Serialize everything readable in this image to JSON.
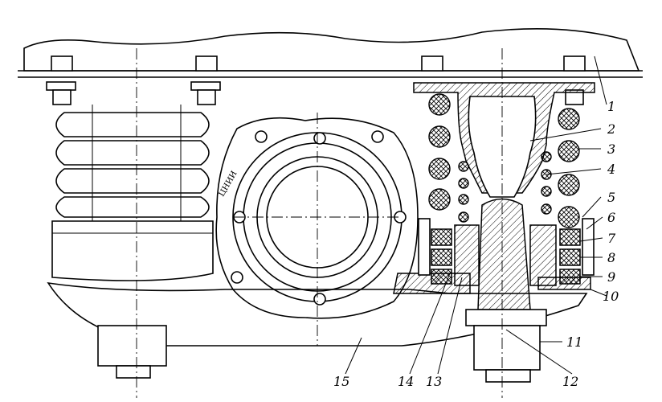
{
  "callouts": [
    {
      "id": "1",
      "text": "1"
    },
    {
      "id": "2",
      "text": "2"
    },
    {
      "id": "3",
      "text": "3"
    },
    {
      "id": "4",
      "text": "4"
    },
    {
      "id": "5",
      "text": "5"
    },
    {
      "id": "6",
      "text": "6"
    },
    {
      "id": "7",
      "text": "7"
    },
    {
      "id": "8",
      "text": "8"
    },
    {
      "id": "9",
      "text": "9"
    },
    {
      "id": "10",
      "text": "10"
    },
    {
      "id": "11",
      "text": "11"
    },
    {
      "id": "12",
      "text": "12"
    },
    {
      "id": "13",
      "text": "13"
    },
    {
      "id": "14",
      "text": "14"
    },
    {
      "id": "15",
      "text": "15"
    }
  ],
  "bearing_label": "ЦНИИ"
}
